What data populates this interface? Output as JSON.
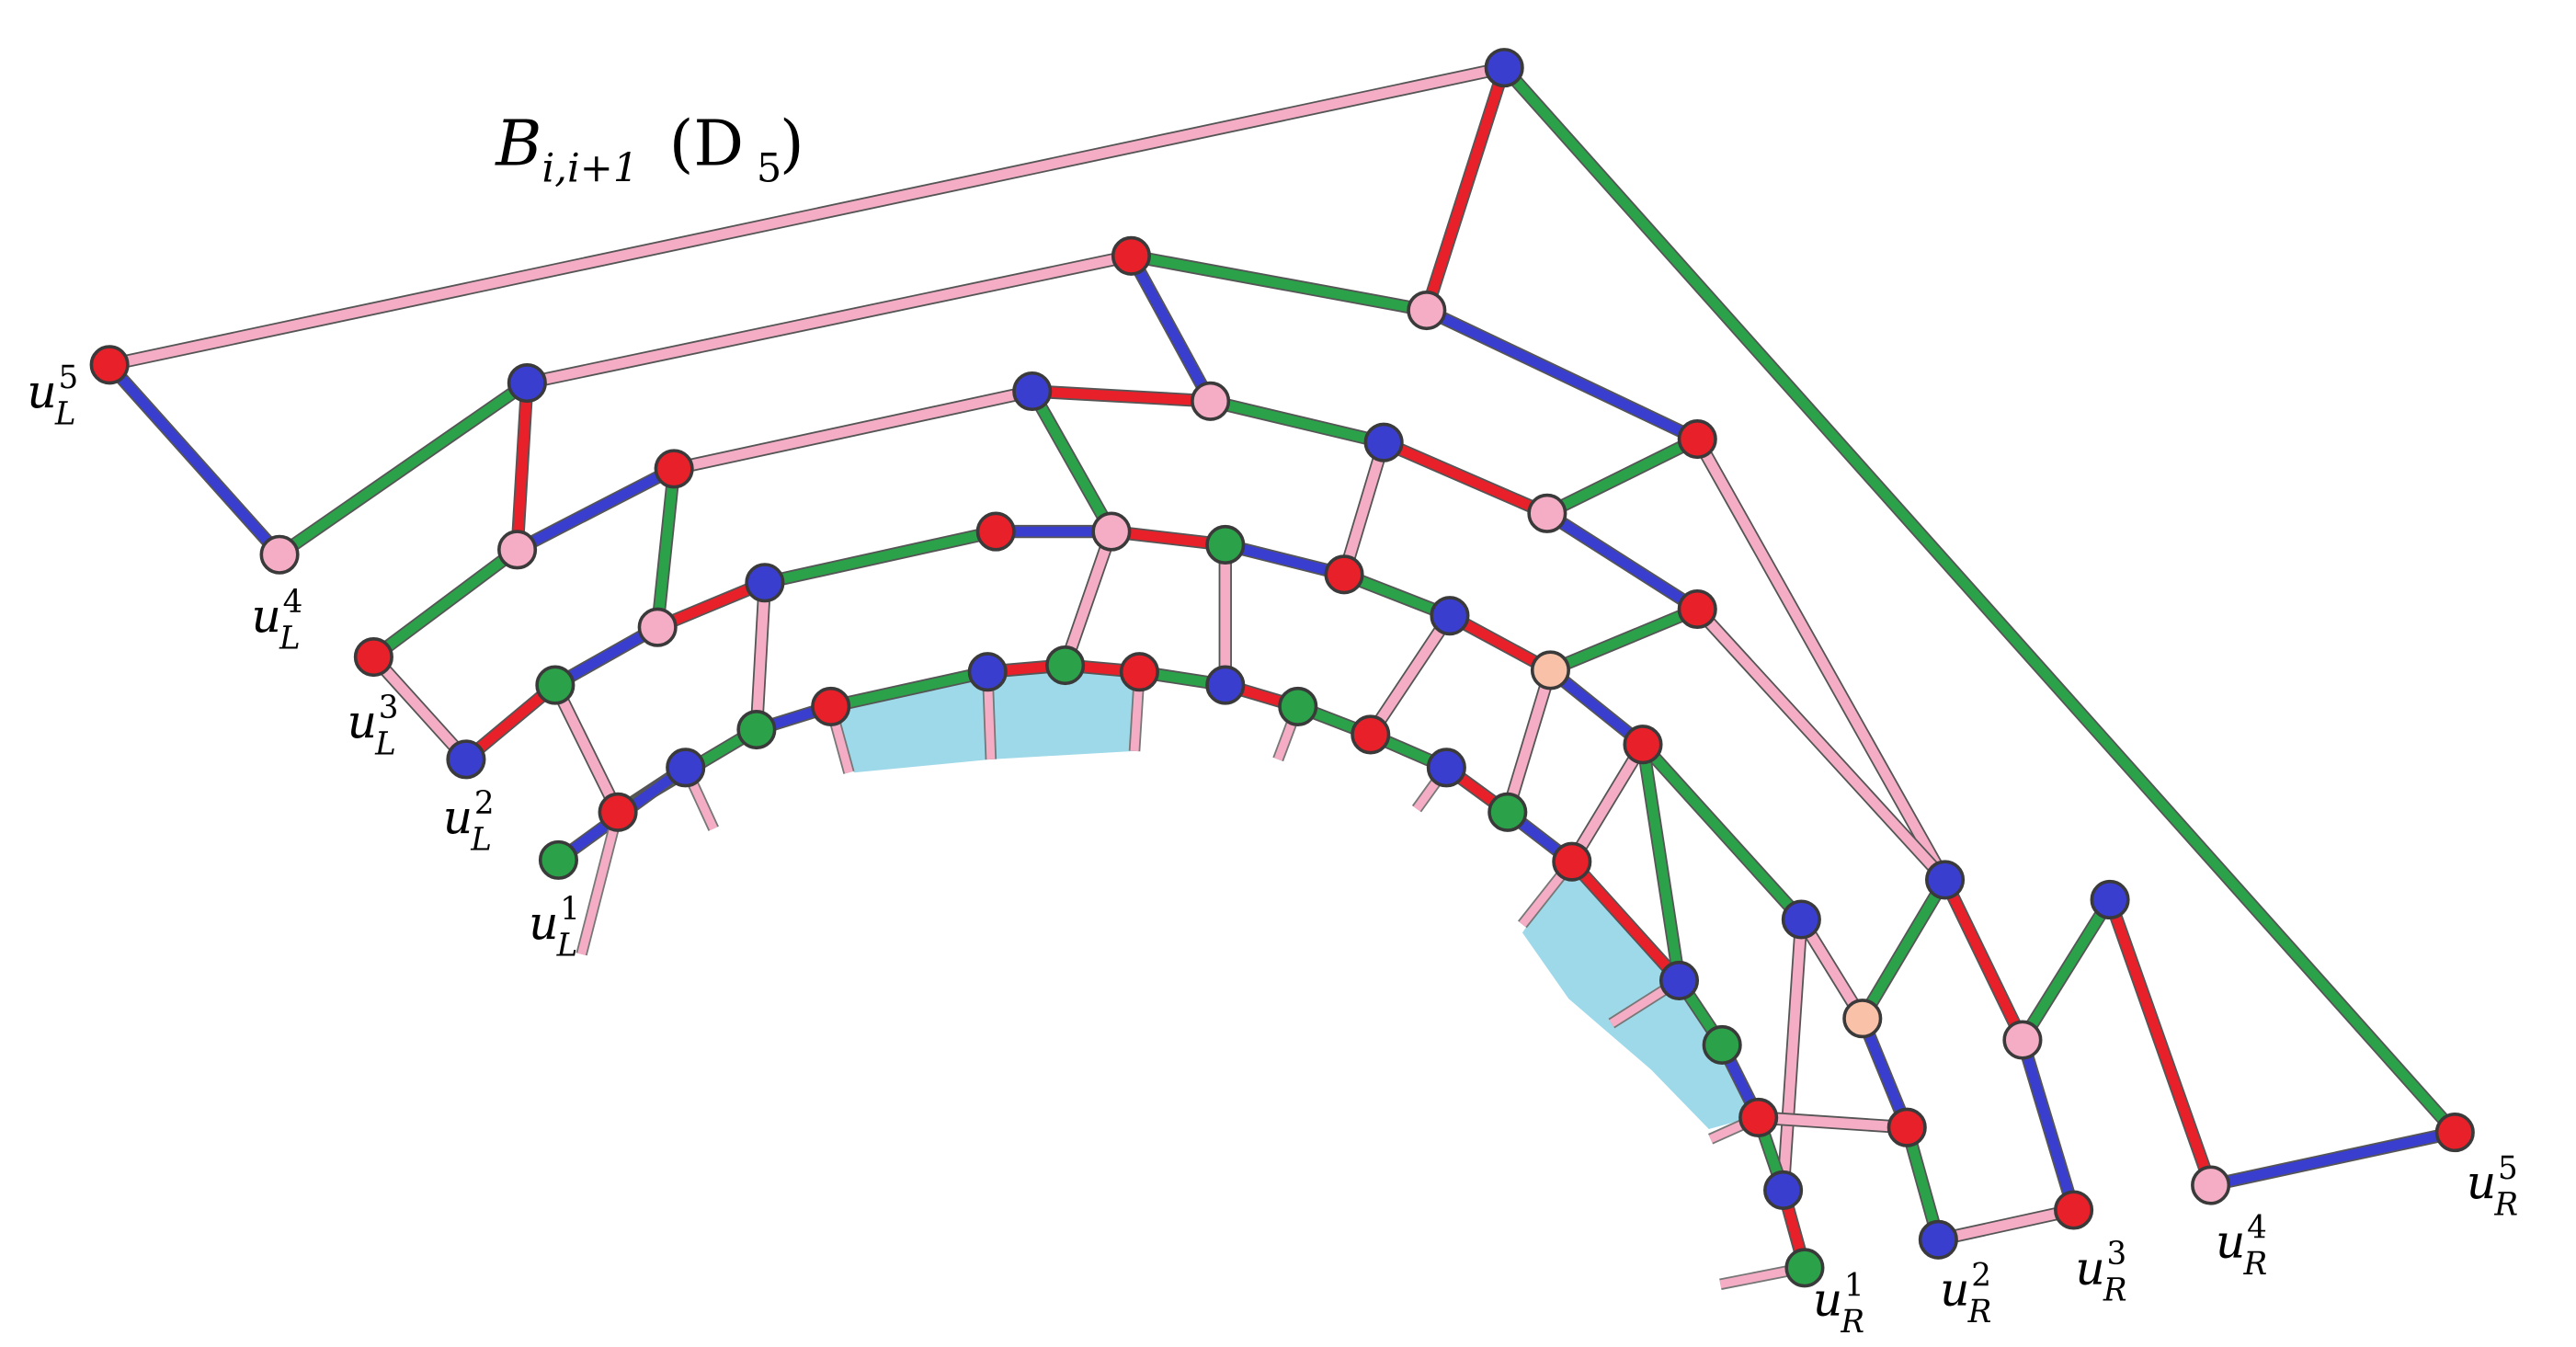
{
  "title": {
    "base": "B",
    "sub": "i,i+1",
    "arg": "(D",
    "arg_sub": "5",
    "close": ")"
  },
  "labels": [
    {
      "id": "uL5",
      "var": "u",
      "sub": "L",
      "sup": "5"
    },
    {
      "id": "uL4",
      "var": "u",
      "sub": "L",
      "sup": "4"
    },
    {
      "id": "uL3",
      "var": "u",
      "sub": "L",
      "sup": "3"
    },
    {
      "id": "uL2",
      "var": "u",
      "sub": "L",
      "sup": "2"
    },
    {
      "id": "uL1",
      "var": "u",
      "sub": "L",
      "sup": "1"
    },
    {
      "id": "uR1",
      "var": "u",
      "sub": "R",
      "sup": "1"
    },
    {
      "id": "uR2",
      "var": "u",
      "sub": "R",
      "sup": "2"
    },
    {
      "id": "uR3",
      "var": "u",
      "sub": "R",
      "sup": "3"
    },
    {
      "id": "uR4",
      "var": "u",
      "sub": "R",
      "sup": "4"
    },
    {
      "id": "uR5",
      "var": "u",
      "sub": "R",
      "sup": "5"
    }
  ],
  "colors": {
    "red": "#e8202a",
    "blue": "#3a3ecf",
    "green": "#2ba24a",
    "pink": "#f4adc4",
    "salmon": "#f8c1a8",
    "cyan": "#9ed9e9",
    "outline": "#3a3a3a"
  },
  "node_colors": {
    "a": "blue",
    "b": "pink",
    "c": "red",
    "d": "red",
    "e": "pink",
    "f": "blue",
    "g": "red",
    "h": "pink",
    "i": "blue",
    "j": "pink",
    "k": "red",
    "l": "red",
    "m": "red",
    "n": "pink",
    "o": "red",
    "p": "pink",
    "q": "blue",
    "r": "pink",
    "s": "red",
    "t": "salmon",
    "u": "blue",
    "v": "red",
    "w": "green",
    "x": "red",
    "y": "blue",
    "z": "red",
    "c1": "blue",
    "c2": "blue",
    "c3": "salmon",
    "c4": "blue",
    "c5": "pink",
    "c6": "red",
    "c7": "pink",
    "c8": "blue",
    "c9": "red",
    "d1": "green",
    "d2": "blue",
    "d3": "pink",
    "d4": "red",
    "d5": "green",
    "d6": "green",
    "d7": "blue",
    "d8": "red",
    "d9": "blue",
    "e1": "red",
    "e2": "blue",
    "e3": "green",
    "e4": "green",
    "e5": "blue",
    "e6": "green",
    "e7": "red",
    "e8": "blue",
    "e9": "green",
    "f1": "blue",
    "f2": "red",
    "f3": "red",
    "f4": "green",
    "f5": "blue",
    "f6": "red",
    "f7": "blue",
    "f8": "green",
    "f9": "red",
    "g1": "red"
  }
}
